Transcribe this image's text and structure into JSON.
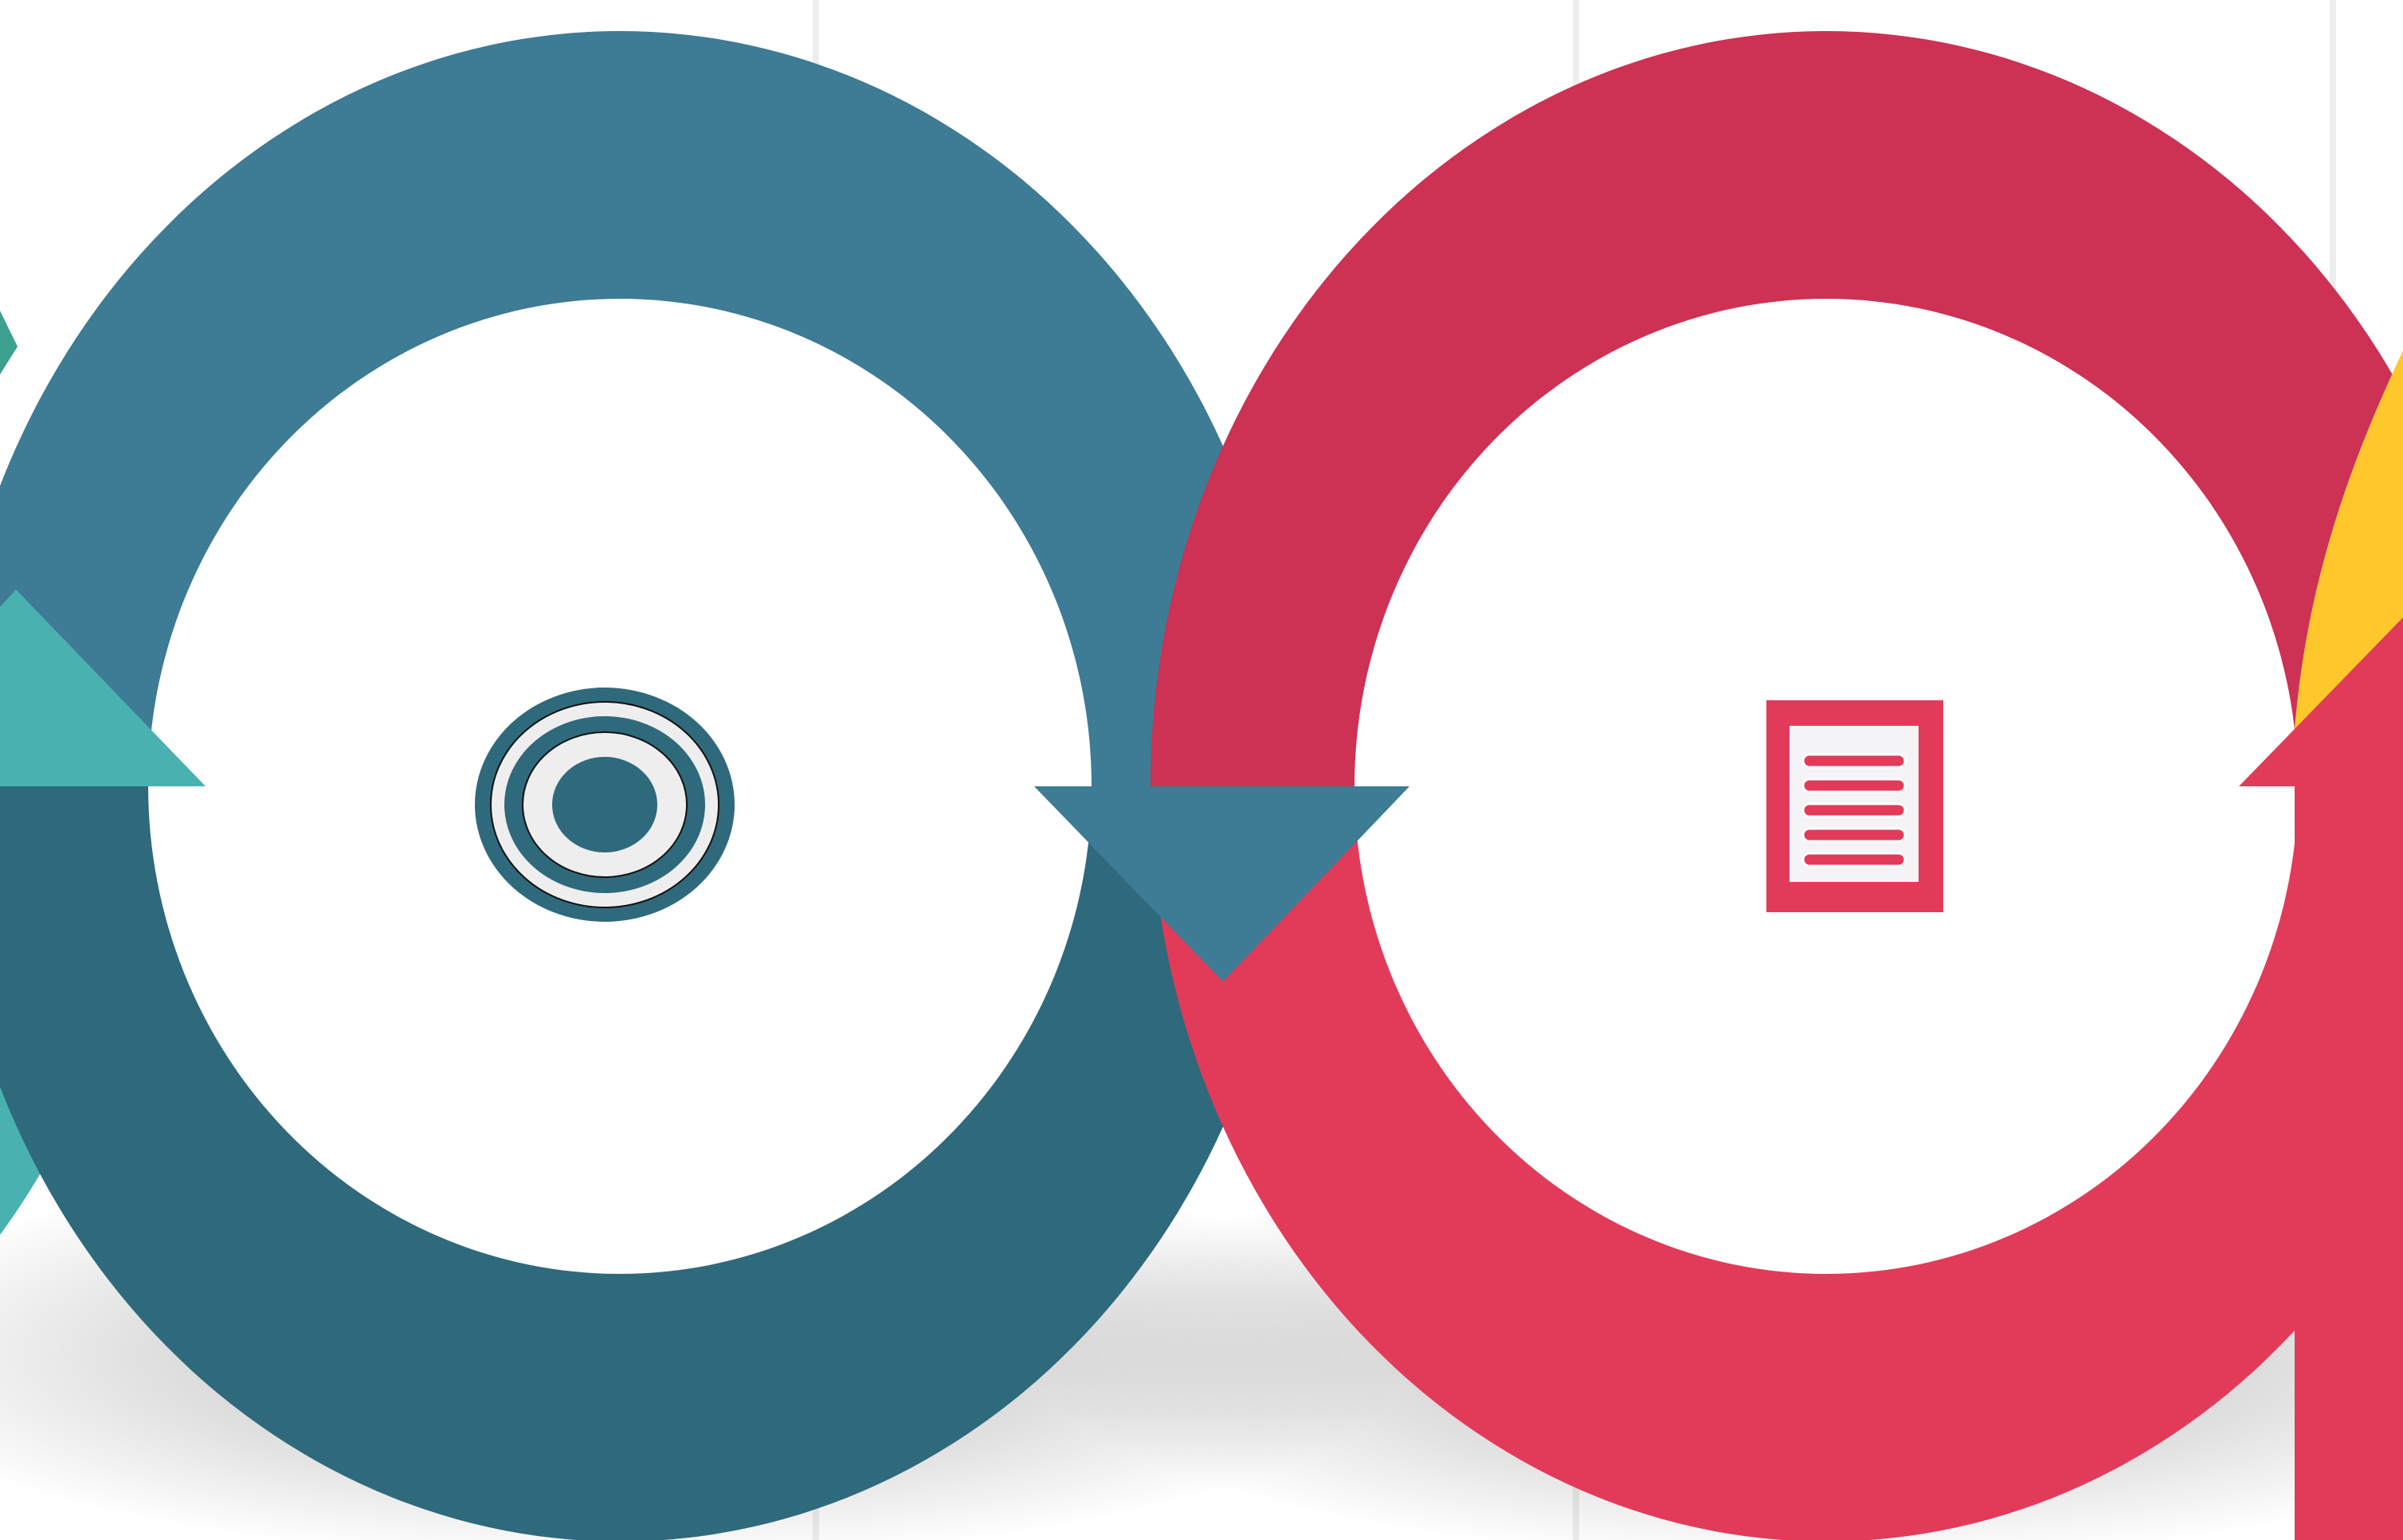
{
  "diagram": {
    "type": "cycle-flow",
    "background": "#ffffff",
    "gridline_color": "#eeeeef",
    "steps": [
      {
        "id": "step-a",
        "top_color": "#3e7b94",
        "bottom_color": "#2f697c",
        "icon": "target-icon",
        "icon_ring_color": "#2f697c",
        "icon_fill": "#eeeeef"
      },
      {
        "id": "step-b",
        "top_color": "#cd3154",
        "bottom_color": "#e23b5a",
        "icon": "document-icon",
        "icon_ring_color": "#e23b5a",
        "icon_fill": "#f4f4f6"
      }
    ],
    "neighbors": {
      "left_color": "#49b2b1",
      "left_accent": "#3ea08e",
      "right_color": "#fec82c"
    }
  }
}
